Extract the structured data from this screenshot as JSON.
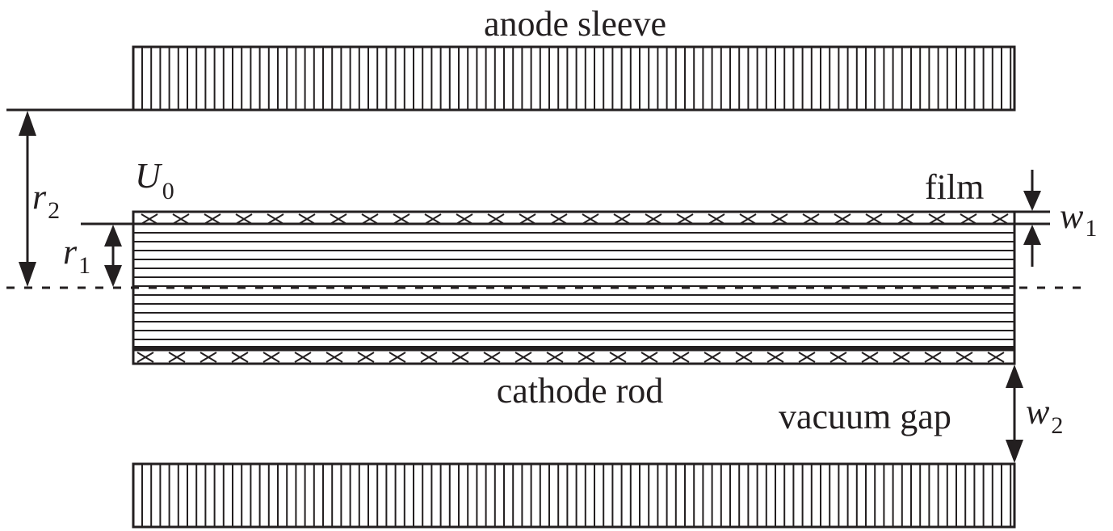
{
  "labels": {
    "anode": "anode sleeve",
    "cathode": "cathode rod",
    "film": "film",
    "vacuum_gap": "vacuum gap",
    "voltage": {
      "main": "U",
      "sub": "0"
    },
    "r1": {
      "main": "r",
      "sub": "1"
    },
    "r2": {
      "main": "r",
      "sub": "2"
    },
    "w1": {
      "main": "w",
      "sub": "1"
    },
    "w2": {
      "main": "w",
      "sub": "2"
    }
  },
  "colors": {
    "stroke": "#231f20"
  }
}
